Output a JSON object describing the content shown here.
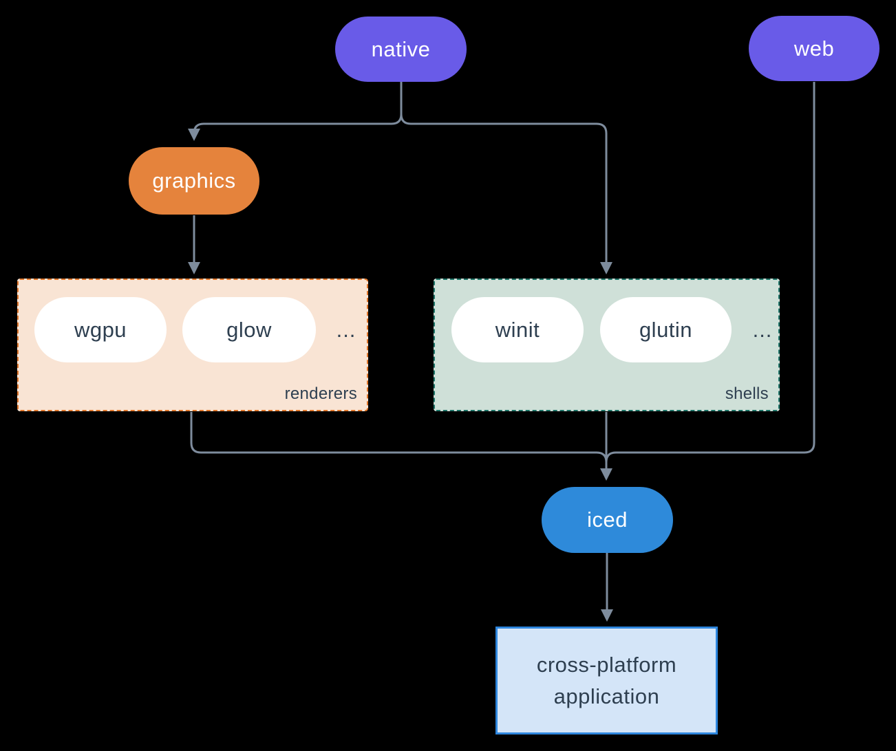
{
  "nodes": {
    "native": {
      "label": "native",
      "color": "#695be8"
    },
    "web": {
      "label": "web",
      "color": "#695be8"
    },
    "graphics": {
      "label": "graphics",
      "color": "#e5833c"
    },
    "iced": {
      "label": "iced",
      "color": "#2e8ada"
    },
    "application": {
      "line1": "cross-platform",
      "line2": "application",
      "bg": "#d4e5f8",
      "border": "#2e86dd"
    }
  },
  "groups": {
    "renderers": {
      "label": "renderers",
      "items": [
        "wgpu",
        "glow"
      ],
      "ellipsis": "...",
      "bg": "#f9e4d4",
      "border": "#e2772b"
    },
    "shells": {
      "label": "shells",
      "items": [
        "winit",
        "glutin"
      ],
      "ellipsis": "...",
      "bg": "#cfe0d8",
      "border": "#1e7468"
    }
  },
  "colors": {
    "background": "#000000",
    "connector": "#7e8c9d",
    "pill_text_light": "#ffffff",
    "pill_text_dark": "#2e3f50",
    "inner_pill_bg": "#ffffff"
  }
}
